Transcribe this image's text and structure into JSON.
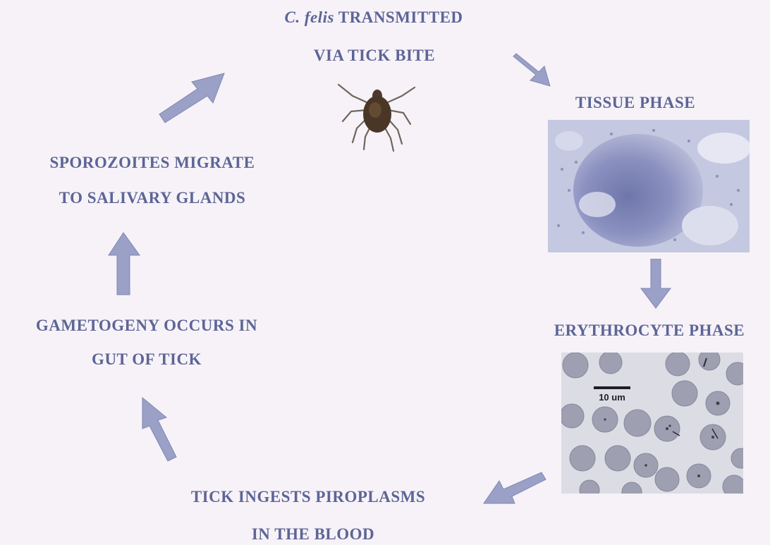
{
  "steps": {
    "transmitted": {
      "italic": "C. felis",
      "line1_rest": " TRANSMITTED",
      "line2": "VIA TICK BITE"
    },
    "tissue": {
      "label": "TISSUE PHASE"
    },
    "erythrocyte": {
      "label": "ERYTHROCYTE PHASE",
      "scale_bar": "10 um"
    },
    "ingests": {
      "line1": "TICK INGESTS PIROPLASMS",
      "line2": "IN THE BLOOD"
    },
    "gametogeny": {
      "line1": "GAMETOGENY OCCURS  IN",
      "line2": "GUT OF TICK"
    },
    "sporozoites": {
      "line1": "SPOROZOITES  MIGRATE",
      "line2": "TO SALIVARY GLANDS"
    }
  },
  "colors": {
    "background": "#f6f2f8",
    "text": "#5d6596",
    "arrow": "#9aa0c6",
    "arrow_stroke": "#8088b4"
  }
}
